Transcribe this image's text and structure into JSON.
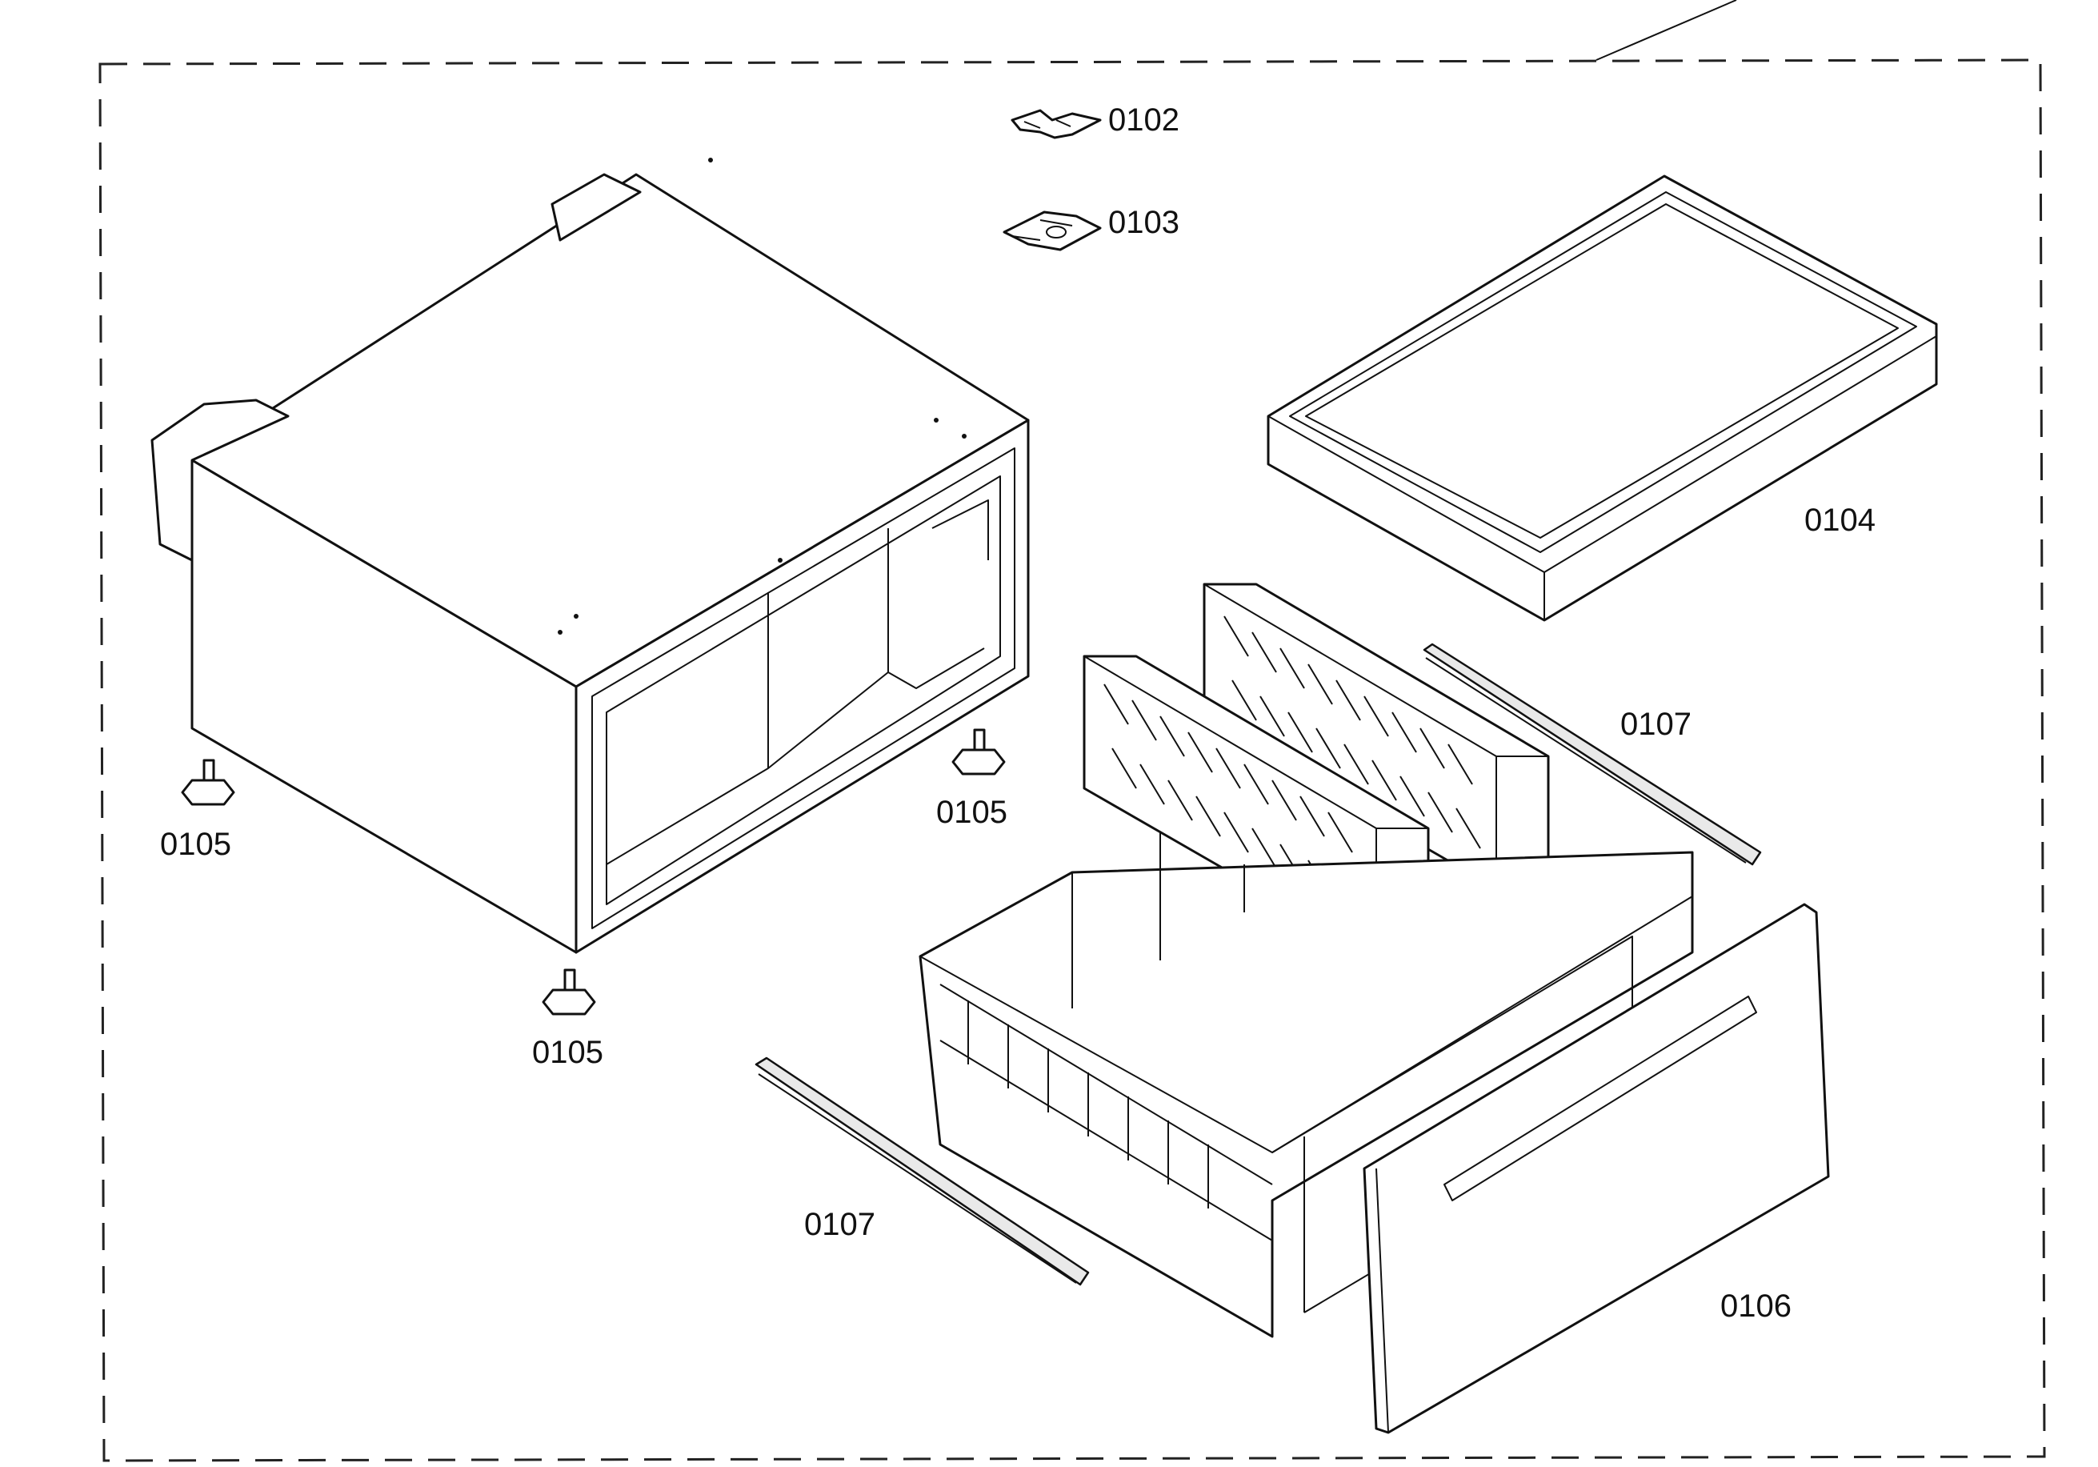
{
  "labels": {
    "p0102": "0102",
    "p0103": "0103",
    "p0104": "0104",
    "p0105_left": "0105",
    "p0105_right": "0105",
    "p0105_bottom": "0105",
    "p0107_right": "0107",
    "p0107_left": "0107",
    "p0106": "0106"
  }
}
